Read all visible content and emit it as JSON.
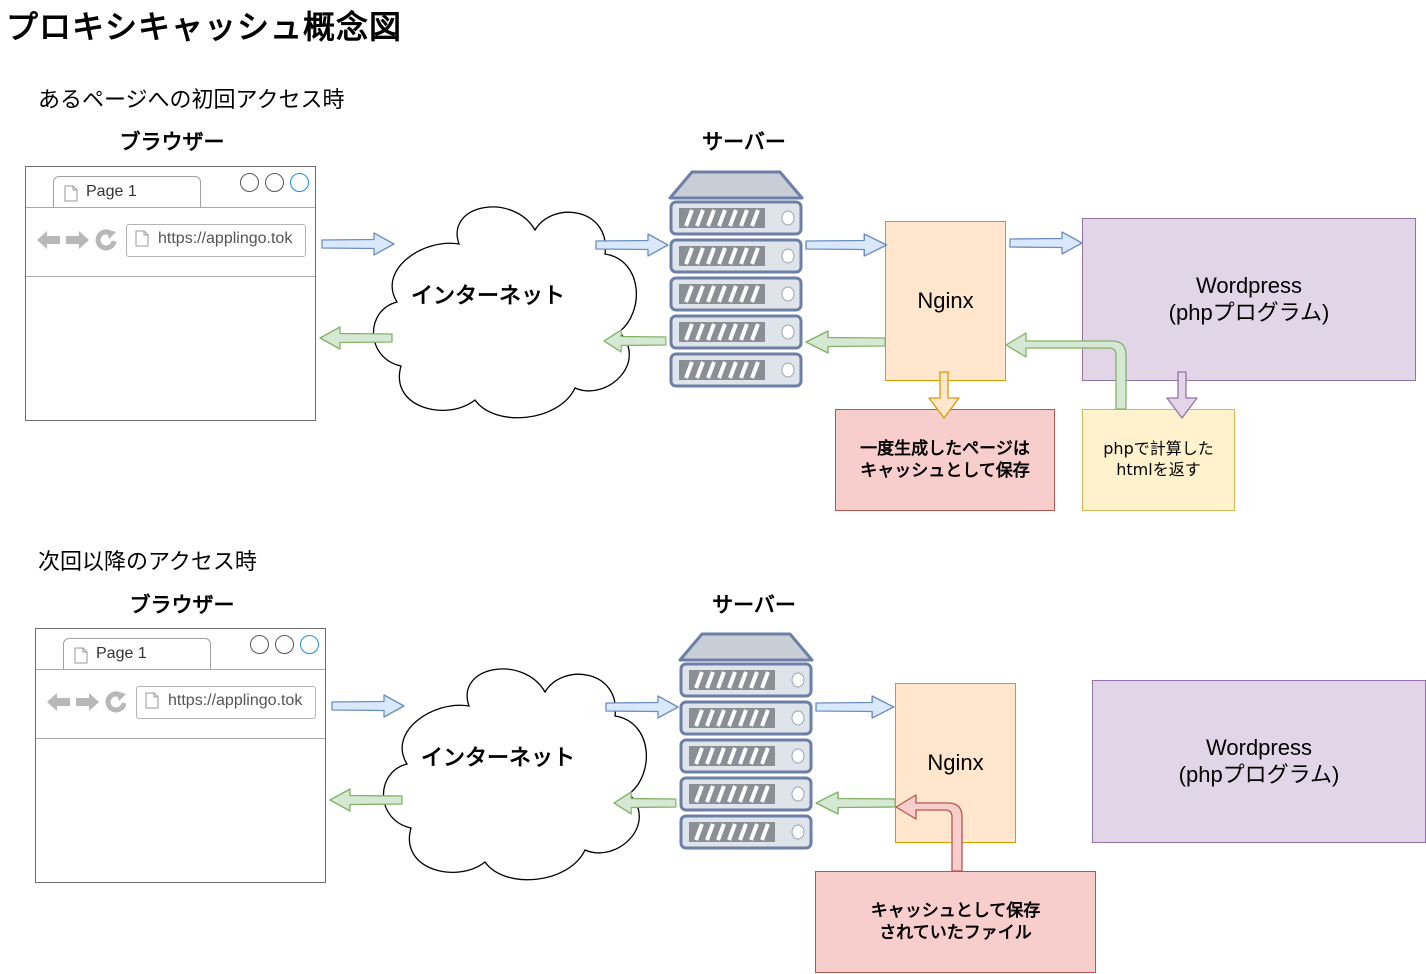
{
  "title": "プロキシキャッシュ概念図",
  "sections": [
    {
      "label": "あるページへの初回アクセス時",
      "browser_heading": "ブラウザー",
      "server_heading": "サーバー",
      "tab_label": "Page 1",
      "url": "https://applingo.tok",
      "cloud_label": "インターネット",
      "nginx_label": "Nginx",
      "wordpress_line1": "Wordpress",
      "wordpress_line2": "(phpプログラム)",
      "cache_note_line1": "一度生成したページは",
      "cache_note_line2": "キャッシュとして保存",
      "php_note_line1": "phpで計算した",
      "php_note_line2": "htmlを返す"
    },
    {
      "label": "次回以降のアクセス時",
      "browser_heading": "ブラウザー",
      "server_heading": "サーバー",
      "tab_label": "Page 1",
      "url": "https://applingo.tok",
      "cloud_label": "インターネット",
      "nginx_label": "Nginx",
      "wordpress_line1": "Wordpress",
      "wordpress_line2": "(phpプログラム)",
      "cache_file_line1": "キャッシュとして保存",
      "cache_file_line2": "されていたファイル"
    }
  ],
  "colors": {
    "request_arrow_fill": "#dae8fc",
    "request_arrow_stroke": "#6c8ebf",
    "response_arrow_fill": "#d5e8d4",
    "response_arrow_stroke": "#82b366",
    "nginx_fill": "#ffe6cc",
    "wordpress_fill": "#e1d5e7",
    "cache_fill": "#f8cecc",
    "php_note_fill": "#fff2cc",
    "server_fill": "#dfe3ea",
    "server_stroke": "#6c7fa6"
  }
}
